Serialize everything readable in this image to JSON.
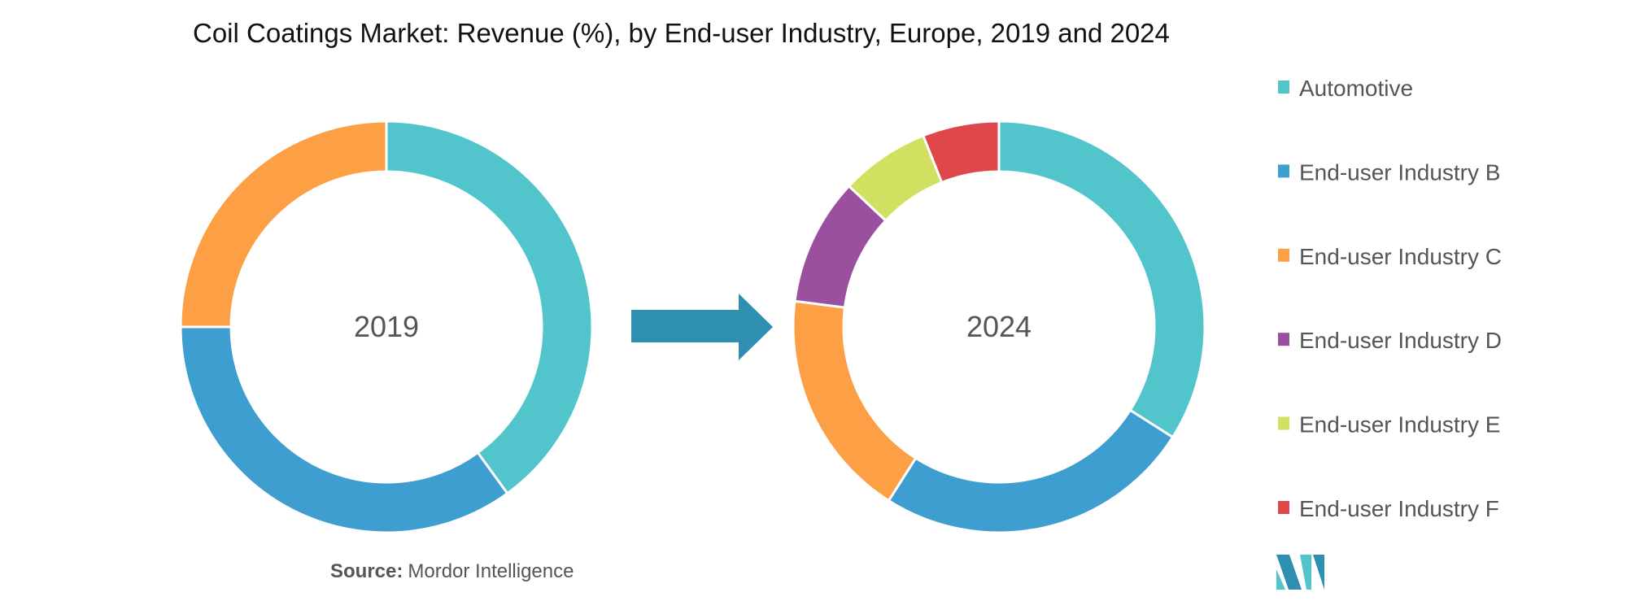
{
  "chart_data": {
    "type": "pie",
    "title": "Coil Coatings Market: Revenue (%), by End-user Industry, Europe, 2019 and 2024",
    "legend_position": "right",
    "categories": [
      "Automotive",
      "End-user Industry B",
      "End-user Industry C",
      "End-user Industry D",
      "End-user Industry E",
      "End-user Industry F"
    ],
    "colors": [
      "#52c4cb",
      "#3d9ecf",
      "#fd9f44",
      "#9b4f9f",
      "#d1e060",
      "#e0474b"
    ],
    "charts": [
      {
        "label": "2019",
        "values": [
          40,
          35,
          25,
          0,
          0,
          0
        ]
      },
      {
        "label": "2024",
        "values": [
          34,
          25,
          18,
          10,
          7,
          6
        ]
      }
    ]
  },
  "source": {
    "label": "Source:",
    "text": "Mordor Intelligence"
  },
  "arrow_color": "#2e8fb0"
}
